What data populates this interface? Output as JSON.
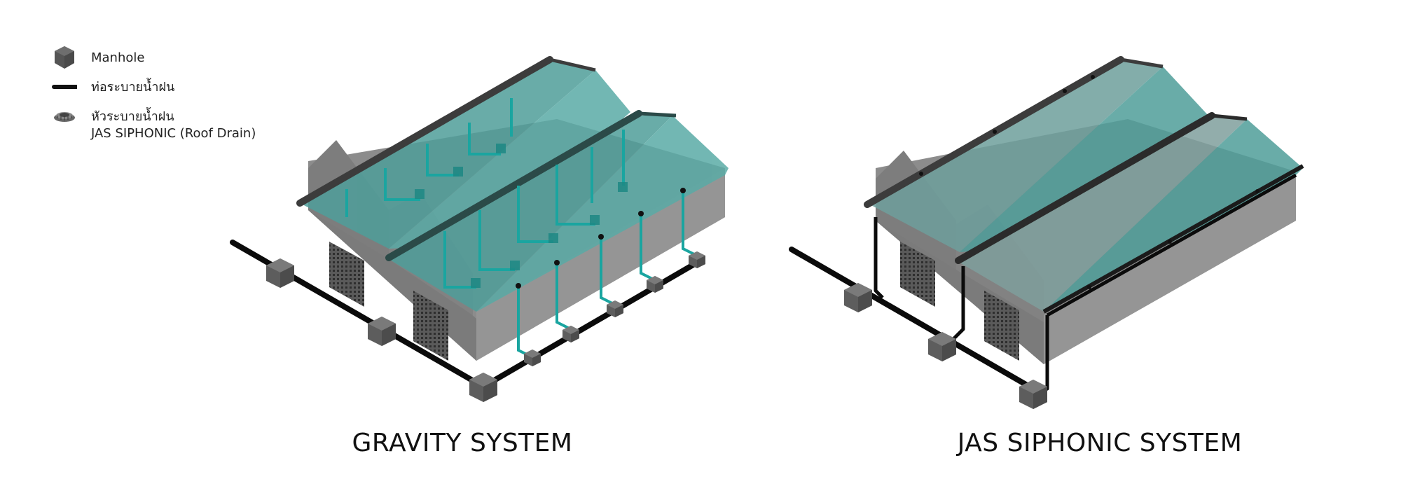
{
  "legend": {
    "manhole": {
      "label": "Manhole",
      "icon": "manhole-icon"
    },
    "pipe": {
      "label": "ท่อระบายน้ำฝน",
      "icon": "pipe-icon"
    },
    "roof_drain": {
      "label": "หัวระบายน้ำฝน",
      "sublabel": "JAS SIPHONIC (Roof Drain)",
      "icon": "roof-drain-icon"
    }
  },
  "diagrams": {
    "gravity": {
      "caption": "GRAVITY SYSTEM"
    },
    "siphonic": {
      "caption": "JAS SIPHONIC SYSTEM"
    }
  },
  "colors": {
    "roof_glass": "#4f9e9a",
    "pipe_teal": "#1aa5a0",
    "pipe_black": "#111111",
    "wall": "#8a8a8a",
    "manhole": "#666666"
  }
}
